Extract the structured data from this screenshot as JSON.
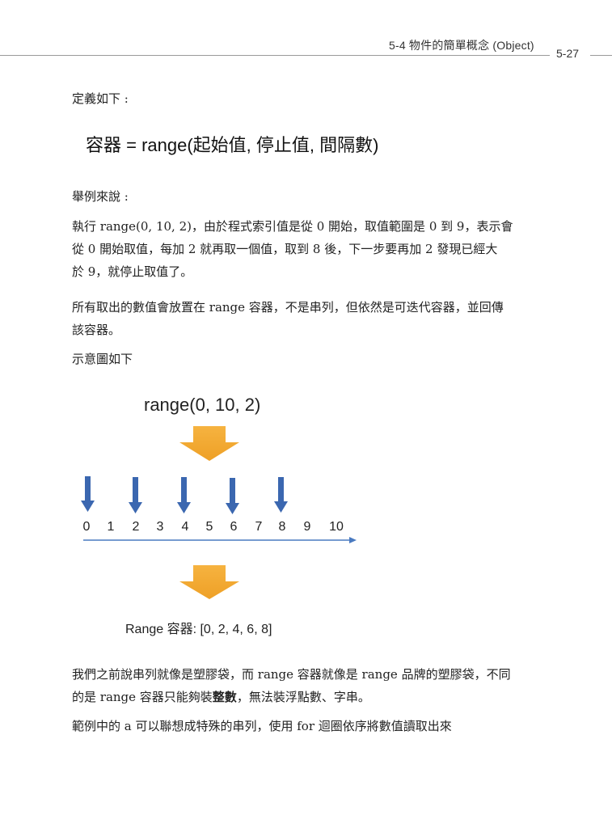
{
  "header": {
    "section_title": "5-4   物件的簡單概念 (Object)",
    "page_number": "5-27"
  },
  "content": {
    "definition_intro": "定義如下 :",
    "formula": "容器 = range(起始值, 停止值, 間隔數)",
    "example_intro": "舉例來說 :",
    "example_lines": [
      "執行 range(0, 10, 2)，由於程式索引值是從 0 開始，取值範圍是 0 到 9，表示會",
      "從 0 開始取值，每加 2 就再取一個值，取到 8 後，下一步要再加 2 發現已經大",
      "於 9，就停止取值了。"
    ],
    "container_lines": [
      "所有取出的數值會放置在 range 容器，不是串列，但依然是可迭代容器，並回傳",
      "該容器。"
    ],
    "diagram_intro": "示意圖如下",
    "analogy_line1": "我們之前說串列就像是塑膠袋，而 range 容器就像是 range 品牌的塑膠袋，不同",
    "analogy_line2_pre": "的是 range 容器只能夠裝",
    "analogy_line2_bold": "整數",
    "analogy_line2_post": "，無法裝浮點數、字串。",
    "for_loop_line": "範例中的 a 可以聯想成特殊的串列，使用 for 迴圈依序將數值讀取出來"
  },
  "diagram": {
    "call_label": "range(0, 10, 2)",
    "number_line": [
      "0",
      "1",
      "2",
      "3",
      "4",
      "5",
      "6",
      "7",
      "8",
      "9",
      "10"
    ],
    "selected_values": [
      "0",
      "2",
      "4",
      "6",
      "8"
    ],
    "result_label": "Range 容器: [0, 2, 4, 6, 8]",
    "colors": {
      "big_arrow": "#f2a72e",
      "pick_arrow": "#3b67b0",
      "axis": "#4a7ac0"
    }
  }
}
